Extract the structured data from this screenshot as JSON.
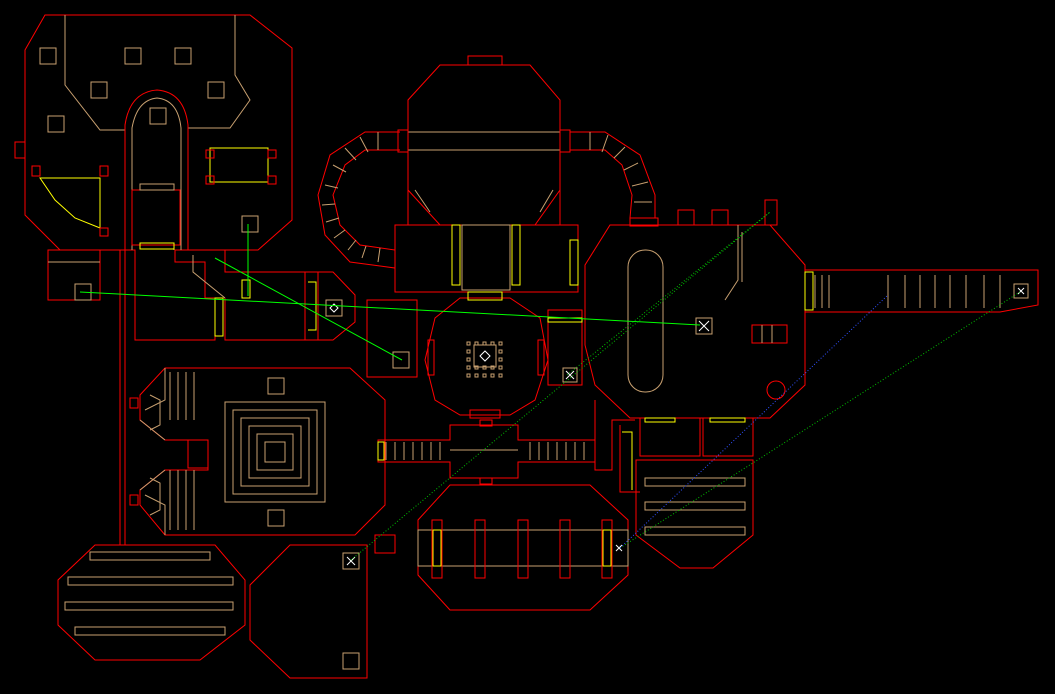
{
  "map": {
    "view": "automap",
    "colors": {
      "background": "#000000",
      "solid_wall": "#ff0000",
      "step_edge": "#c8a070",
      "door": "#ffff00",
      "teleport_line": "#00ff00",
      "secret_trace_green": "#00c000",
      "secret_trace_blue": "#3050ff",
      "marker": "#ffffff"
    },
    "legend_icons": [
      "wall-line",
      "step-line",
      "door-line",
      "teleport-line",
      "x-marker"
    ]
  }
}
